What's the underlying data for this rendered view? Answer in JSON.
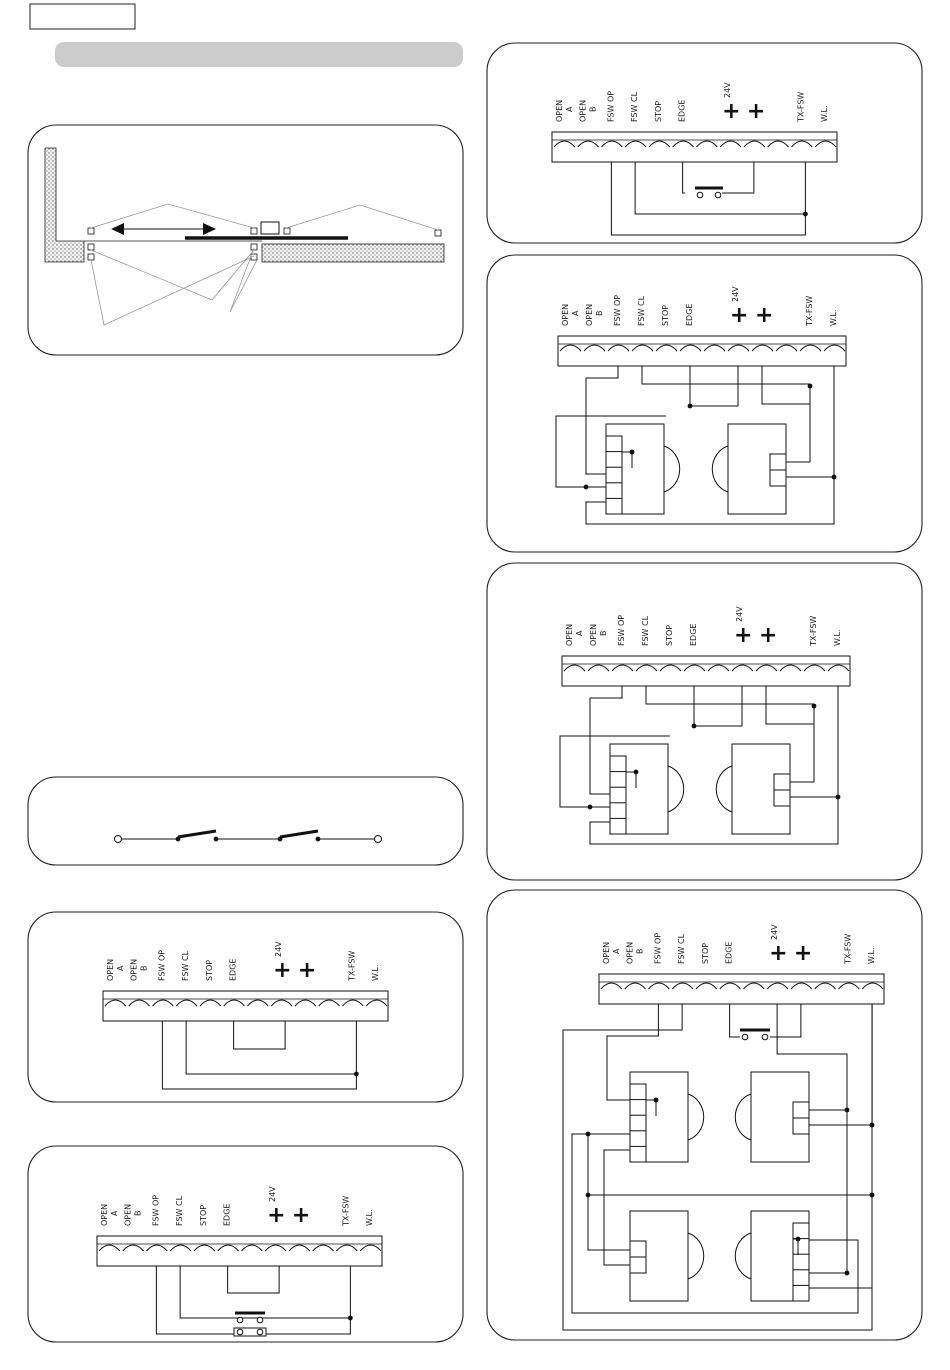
{
  "terminal_labels": {
    "open_a": [
      "OPEN",
      "A"
    ],
    "open_b": [
      "OPEN",
      "B"
    ],
    "fsw_op": "FSW OP",
    "fsw_cl": "FSW CL",
    "stop": "STOP",
    "edge": "EDGE",
    "v24": "24V",
    "plus": "+",
    "tx_fsw": "TX-FSW",
    "wl": "W.L."
  },
  "colors": {
    "line": "#111111",
    "header_bar": "#cccccc",
    "ground_fill": "#d8d8d8",
    "panel_border": "#222222"
  },
  "icons": {
    "arrow_left": "arrow-left-icon",
    "arrow_right": "arrow-right-icon",
    "contact": "nc-contact-icon"
  }
}
